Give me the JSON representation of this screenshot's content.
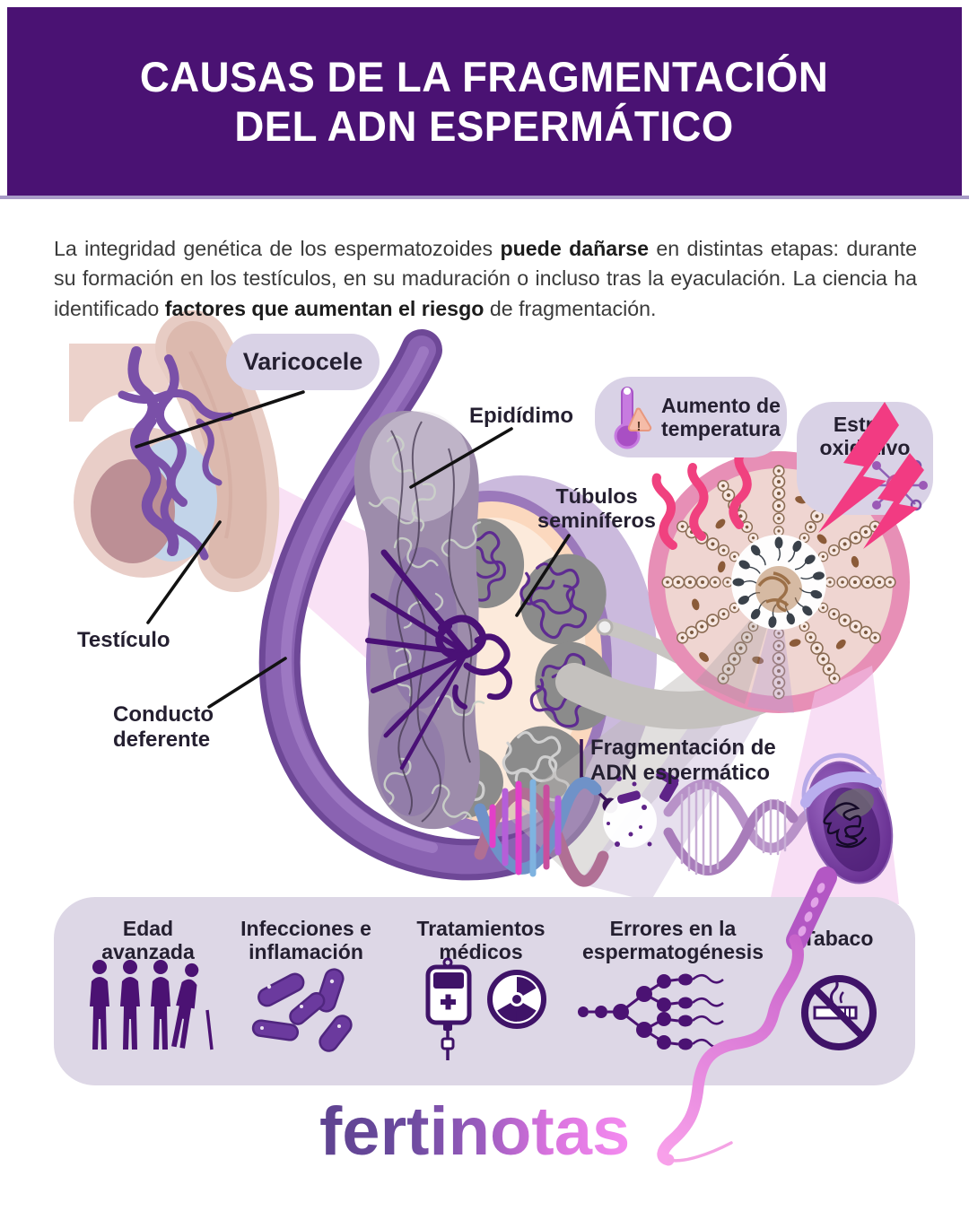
{
  "header": {
    "title": "CAUSAS DE LA FRAGMENTACIÓN\nDEL ADN ESPERMÁTICO",
    "bg_color": "#4a1273",
    "underline_color": "#a89bc7"
  },
  "intro": {
    "seg1": "La integridad genética de los espermatozoides ",
    "bold1": "puede dañarse",
    "seg2": " en distintas etapas: durante su formación en los testículos, en su maduración o incluso tras la eyaculación. La ciencia ha identificado ",
    "bold2": "factores que aumentan el riesgo",
    "seg3": " de fragmentación."
  },
  "diagram": {
    "varicocele": "Varicocele",
    "epididimo": "Epidídimo",
    "tubulos": "Túbulos\nseminíferos",
    "testiculo": "Testículo",
    "conducto": "Conducto\ndeferente",
    "temperatura": "Aumento de\ntemperatura",
    "estres": "Estrés\noxidativo",
    "fragmentacion": "Fragmentación de\nADN espermático",
    "icons": {
      "temperatura": "thermometer-warning-icon",
      "estres": "free-radical-molecule-icon"
    }
  },
  "factors": {
    "items": [
      {
        "id": "edad",
        "label": "Edad\navanzada",
        "icon": "aging-people-icon"
      },
      {
        "id": "infecciones",
        "label": "Infecciones e\ninflamación",
        "icon": "bacteria-icon"
      },
      {
        "id": "tratamientos",
        "label": "Tratamientos\nmédicos",
        "icon": "iv-bag-radiation-icon"
      },
      {
        "id": "errores",
        "label": "Errores en la\nespermatogénesis",
        "icon": "spermatogenesis-branching-icon"
      },
      {
        "id": "tabaco",
        "label": "Tabaco",
        "icon": "no-smoking-icon"
      }
    ]
  },
  "footer": {
    "brand": "fertinotas"
  },
  "colors": {
    "header_bg": "#4a1273",
    "band_bg": "#ddd7e6",
    "pill_bg": "#d9d2e6",
    "accent_pink": "#f0417f",
    "icon_purple": "#3f1368",
    "logo_gradient_start": "#6b4a9e",
    "logo_gradient_end": "#f58cf0"
  }
}
